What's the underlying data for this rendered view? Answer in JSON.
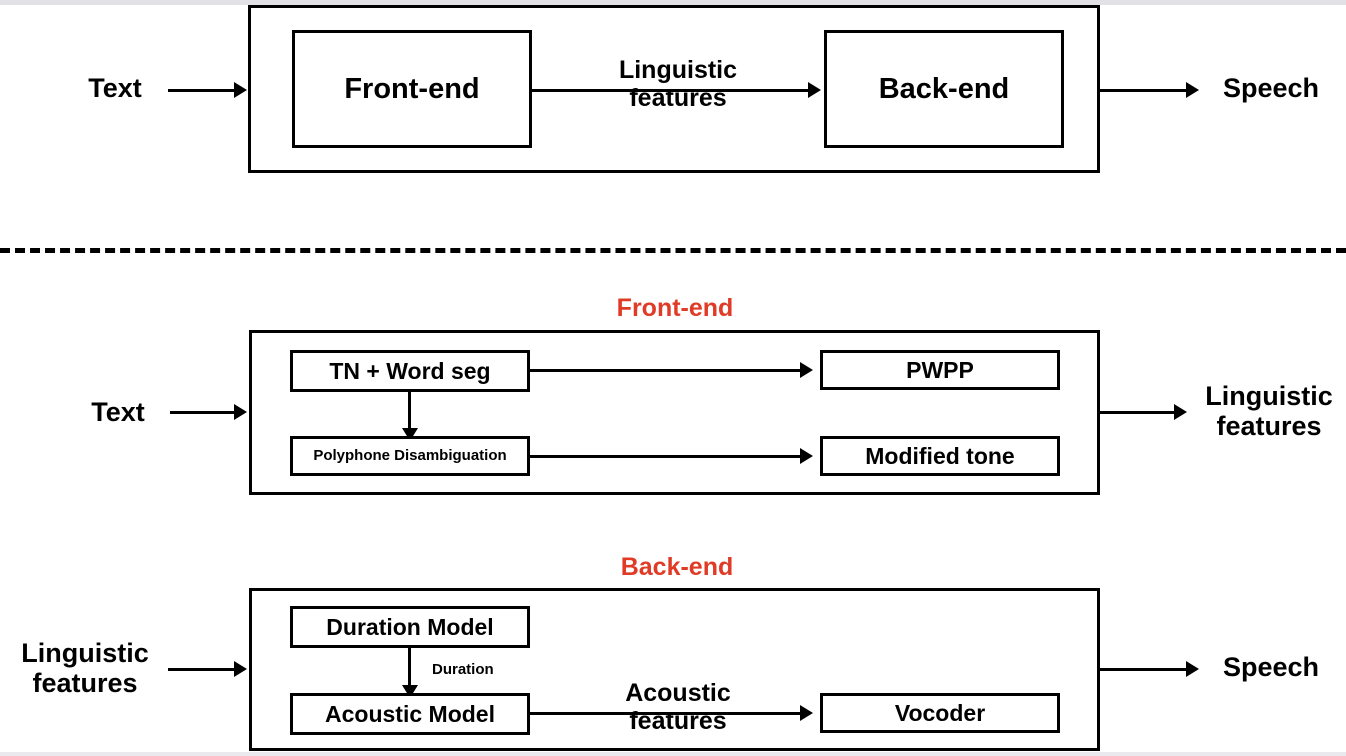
{
  "figure": {
    "title": "TTS system architecture: overview and front-end / back-end detail",
    "accent_color": "#e03b26",
    "line_color": "#000000",
    "background_color": "#ffffff"
  },
  "overview": {
    "input_label": "Text",
    "output_label": "Speech",
    "middle_edge_label": "Linguistic\nfeatures",
    "boxes": [
      {
        "label": "Front-end"
      },
      {
        "label": "Back-end"
      }
    ]
  },
  "frontend": {
    "section_label": "Front-end",
    "input_label": "Text",
    "output_label": "Linguistic\nfeatures",
    "boxes": [
      {
        "label": "TN + Word seg"
      },
      {
        "label": "Polyphone  Disambiguation"
      },
      {
        "label": "PWPP"
      },
      {
        "label": "Modified tone"
      }
    ]
  },
  "backend": {
    "section_label": "Back-end",
    "input_label": "Linguistic\nfeatures",
    "output_label": "Speech",
    "internal_edge_label": "Duration",
    "middle_edge_label": "Acoustic\nfeatures",
    "boxes": [
      {
        "label": "Duration Model"
      },
      {
        "label": "Acoustic Model"
      },
      {
        "label": "Vocoder"
      }
    ]
  }
}
